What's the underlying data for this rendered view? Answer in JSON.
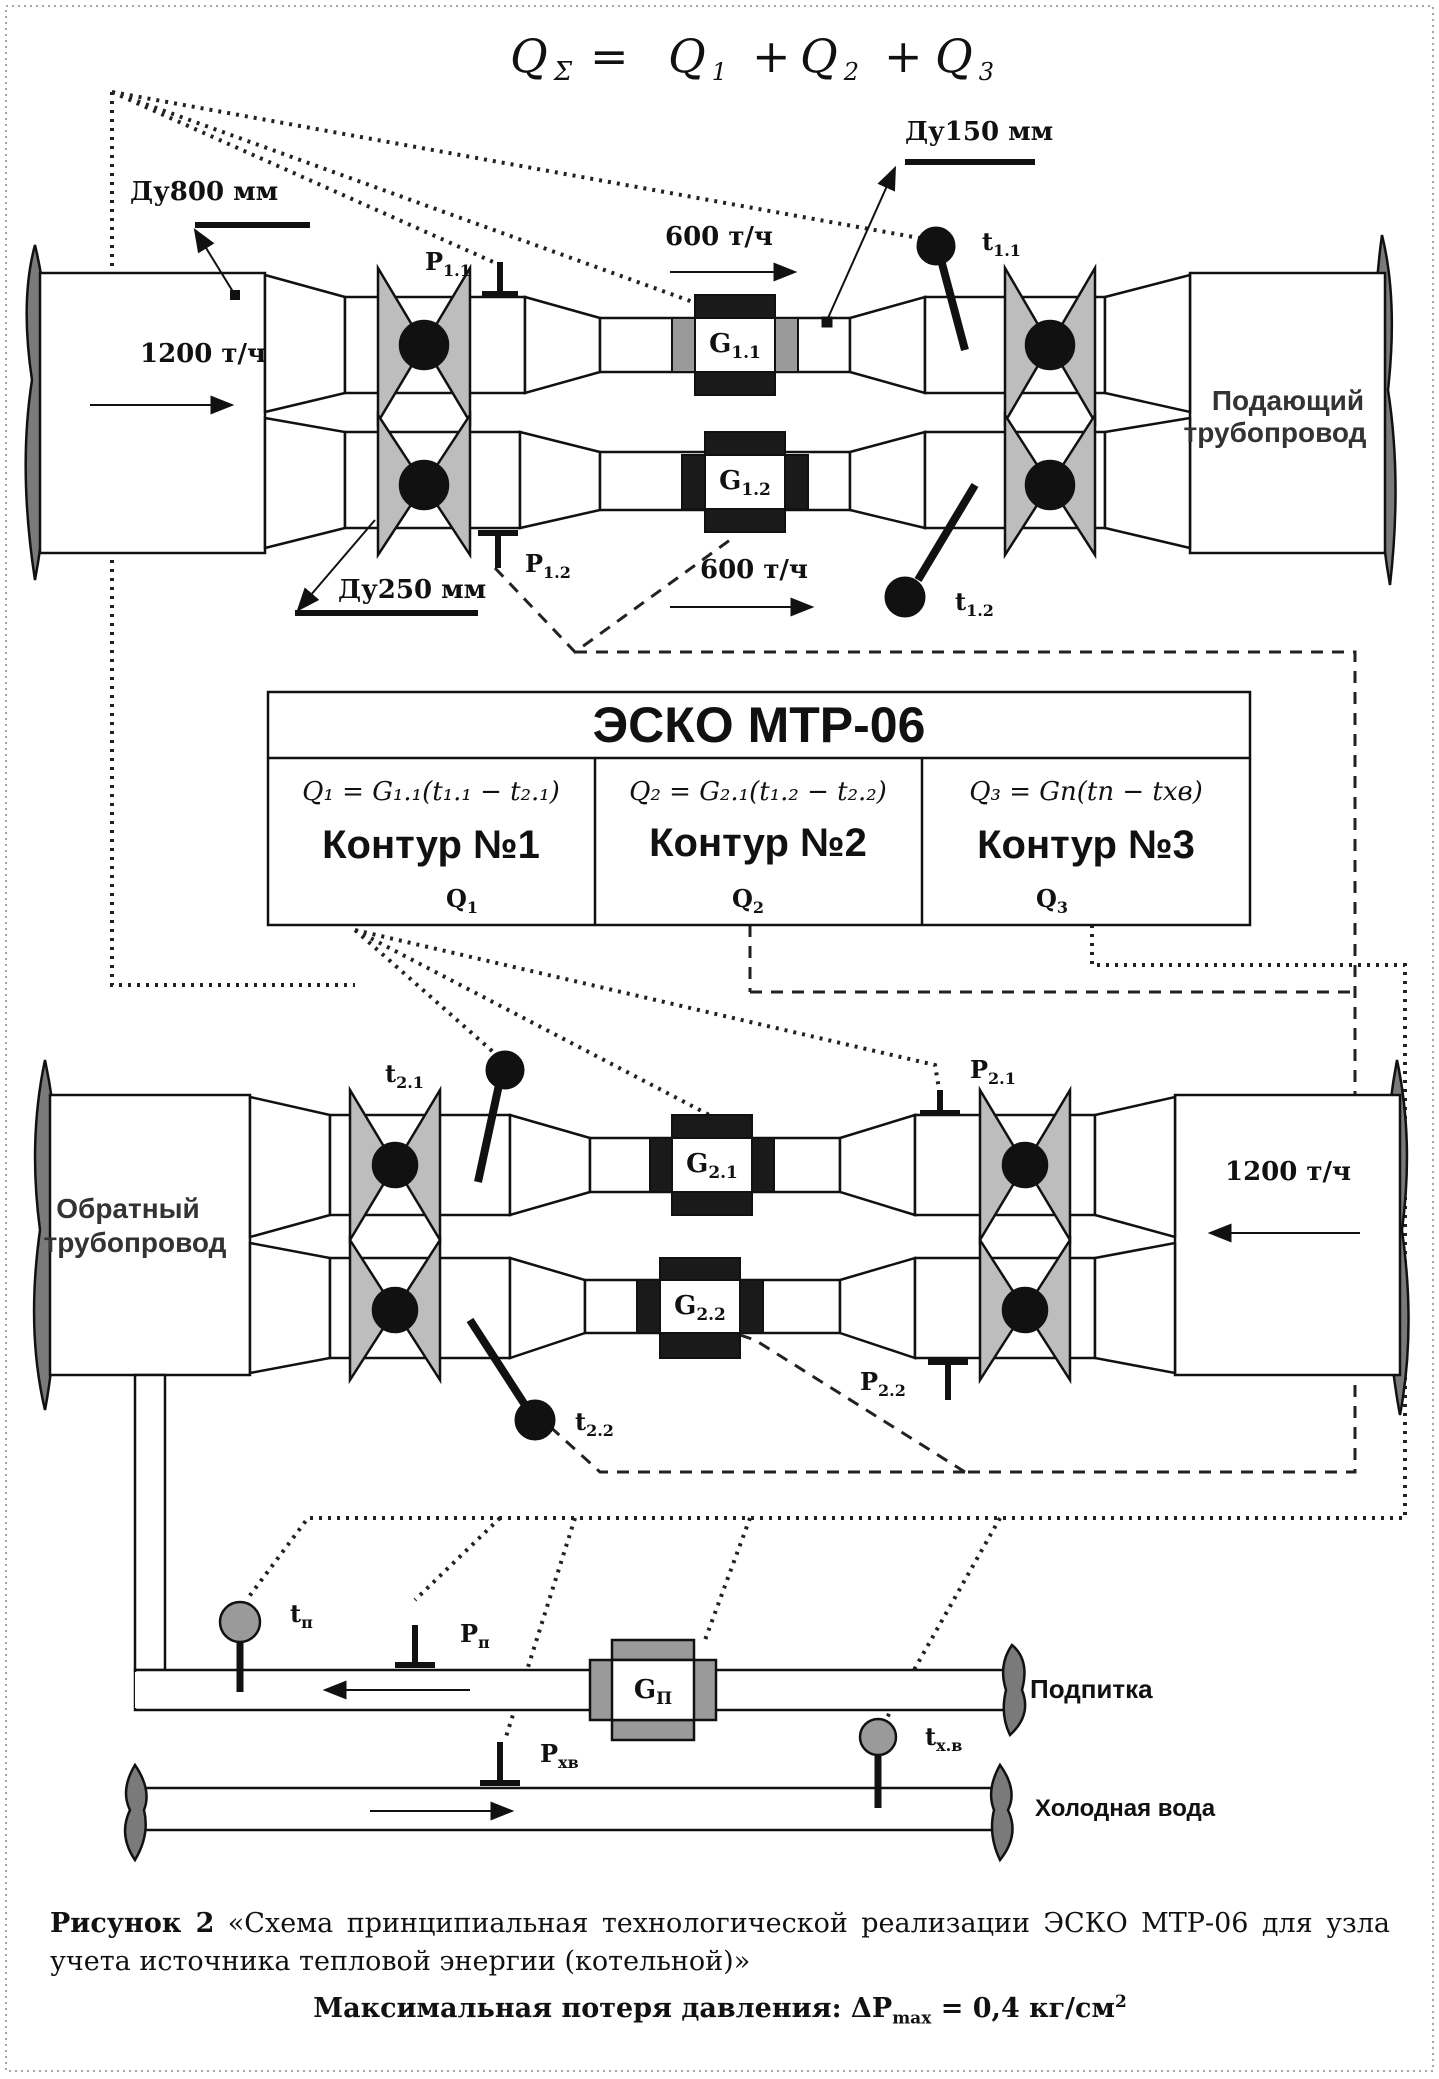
{
  "title": {
    "lhs": "Q",
    "lhs_sub": "Σ",
    "eq": "=",
    "t1": "Q",
    "t1_sub": "1",
    "plus1": "+",
    "t2": "Q",
    "t2_sub": "2",
    "plus2": "+",
    "t3": "Q",
    "t3_sub": "3"
  },
  "supply": {
    "pipe_label_1": "Подающий",
    "pipe_label_2": "трубопровод",
    "du800": "Ду800 мм",
    "du150": "Ду150 мм",
    "du250": "Ду250 мм",
    "flow_in": "1200 т/ч",
    "flow_branch1": "600 т/ч",
    "flow_branch2": "600 т/ч",
    "p11": "P",
    "p11_sub": "1.1",
    "p12": "P",
    "p12_sub": "1.2",
    "t11": "t",
    "t11_sub": "1.1",
    "t12": "t",
    "t12_sub": "1.2",
    "g11": "G",
    "g11_sub": "1.1",
    "g12": "G",
    "g12_sub": "1.2"
  },
  "device": {
    "name": "ЭСКО МТР-06",
    "contours": [
      {
        "label": "Контур №1",
        "q": "Q",
        "q_sub": "1",
        "formula": "Q₁ = G₁.₁(t₁.₁ − t₂.₁)"
      },
      {
        "label": "Контур №2",
        "q": "Q",
        "q_sub": "2",
        "formula": "Q₂ = G₂.₁(t₁.₂ − t₂.₂)"
      },
      {
        "label": "Контур №3",
        "q": "Q",
        "q_sub": "3",
        "formula": "Q₃ = Gп(tп − tхв)"
      }
    ]
  },
  "return": {
    "pipe_label_1": "Обратный",
    "pipe_label_2": "трубопровод",
    "flow_in": "1200 т/ч",
    "t21": "t",
    "t21_sub": "2.1",
    "t22": "t",
    "t22_sub": "2.2",
    "p21": "P",
    "p21_sub": "2.1",
    "p22": "P",
    "p22_sub": "2.2",
    "g21": "G",
    "g21_sub": "2.1",
    "g22": "G",
    "g22_sub": "2.2"
  },
  "makeup": {
    "label": "Подпитка",
    "tp": "t",
    "tp_sub": "п",
    "pp": "P",
    "pp_sub": "п",
    "gp": "G",
    "gp_sub": "П"
  },
  "cold": {
    "label": "Холодная вода",
    "pxv": "P",
    "pxv_sub": "хв",
    "txv": "t",
    "txv_sub": "х.в"
  },
  "caption": {
    "lead": "Рисунок 2",
    "text": " «Схема принципиальная технологической реализации ЭСКО МТР-06 для узла учета источника тепловой энергии (котельной)»",
    "loss_prefix": "Максимальная потеря давления: ΔP",
    "loss_sub": "max",
    "loss_value": " = 0,4 кг/см",
    "loss_sup": "2"
  },
  "colors": {
    "ink": "#111111",
    "pipe_fill": "#ffffff",
    "valve_fill": "#bdbdbd",
    "flange_gray": "#999999",
    "flowmeter_dark": "#1a1a1a",
    "flowmeter_light": "#9a9a9a",
    "cap_fill": "#7a7a7a"
  }
}
